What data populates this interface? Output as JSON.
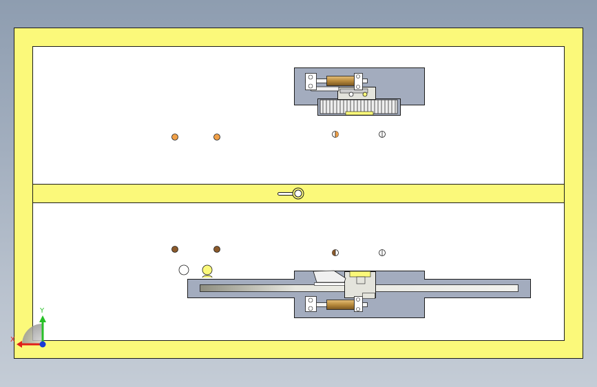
{
  "viewport": {
    "name": "cad-drawing-viewport",
    "colors": {
      "background_top": "#8e9db0",
      "background_bottom": "#c4ccd6",
      "plate_fill": "#fbf97a",
      "panel_fill": "#ffffff",
      "housing_fill": "#a3acbe",
      "spring_fill": "#b88a3c",
      "rack_fill": "#d8d8d8",
      "pin_orange": "#f0a048",
      "pin_brown": "#8b5a2b",
      "outline": "#1a1a1a"
    }
  },
  "triad": {
    "x_label": "X",
    "y_label": "Y",
    "x_color": "#e0201a",
    "y_color": "#28c028",
    "z_color": "#1a3ad8"
  }
}
